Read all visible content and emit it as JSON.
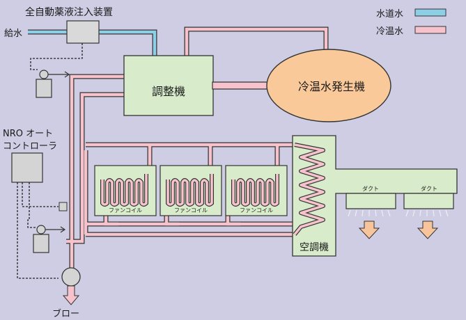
{
  "labels": {
    "injector": "全自動薬液注入装置",
    "feed_water": "給水",
    "nro_line1": "NRO オート",
    "nro_line2": "コントローラ",
    "adjuster": "調整機",
    "generator": "冷温水発生機",
    "fancoil": "ファンコイル",
    "aircon": "空調機",
    "duct": "ダクト",
    "blow": "ブロー"
  },
  "legend": {
    "water_label": "水道水",
    "hotcold_label": "冷温水"
  },
  "colors": {
    "background": "#cfcde4",
    "tap_water": "#8ecfe8",
    "hot_cold_water": "#f6c3cd",
    "equipment_green": "#d8eccb",
    "generator_orange": "#f9c99a",
    "arrow_orange": "#f8c49b",
    "gray_device": "#cfcfcf"
  },
  "icons": [
    "pump-icon",
    "sensor-icon",
    "down-arrow-icon"
  ]
}
